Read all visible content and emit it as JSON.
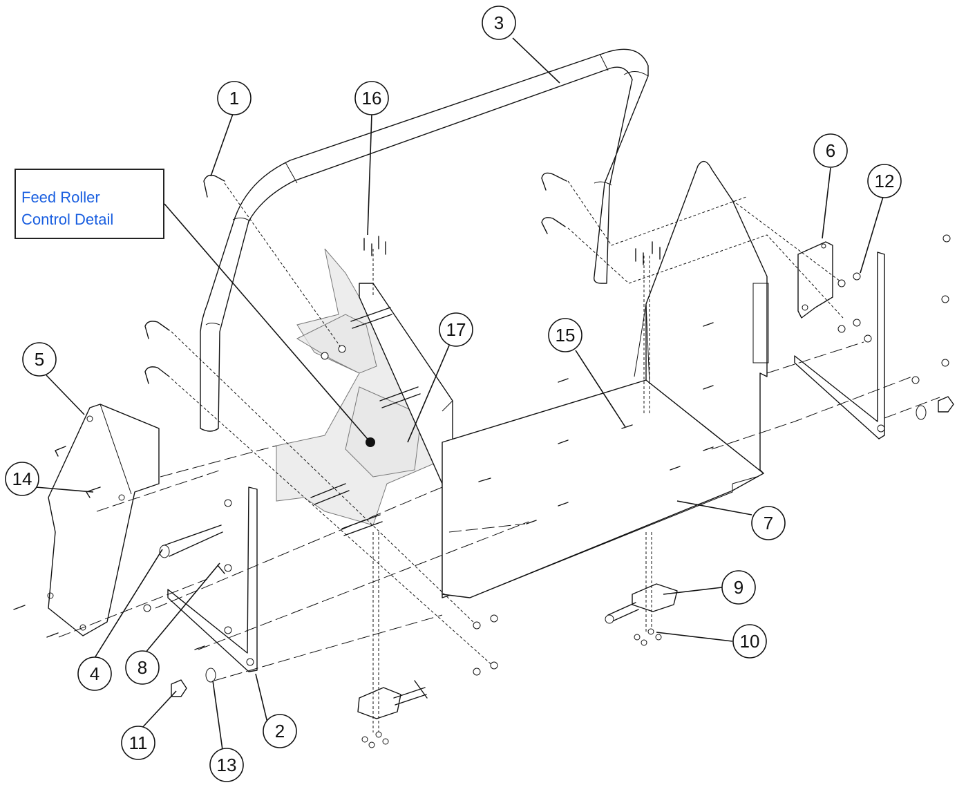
{
  "detail_label": "Feed Roller\nControl Detail",
  "callouts": [
    {
      "n": "1"
    },
    {
      "n": "2"
    },
    {
      "n": "3"
    },
    {
      "n": "4"
    },
    {
      "n": "5"
    },
    {
      "n": "6"
    },
    {
      "n": "7"
    },
    {
      "n": "8"
    },
    {
      "n": "9"
    },
    {
      "n": "10"
    },
    {
      "n": "11"
    },
    {
      "n": "12"
    },
    {
      "n": "13"
    },
    {
      "n": "14"
    },
    {
      "n": "15"
    },
    {
      "n": "16"
    },
    {
      "n": "17"
    }
  ]
}
